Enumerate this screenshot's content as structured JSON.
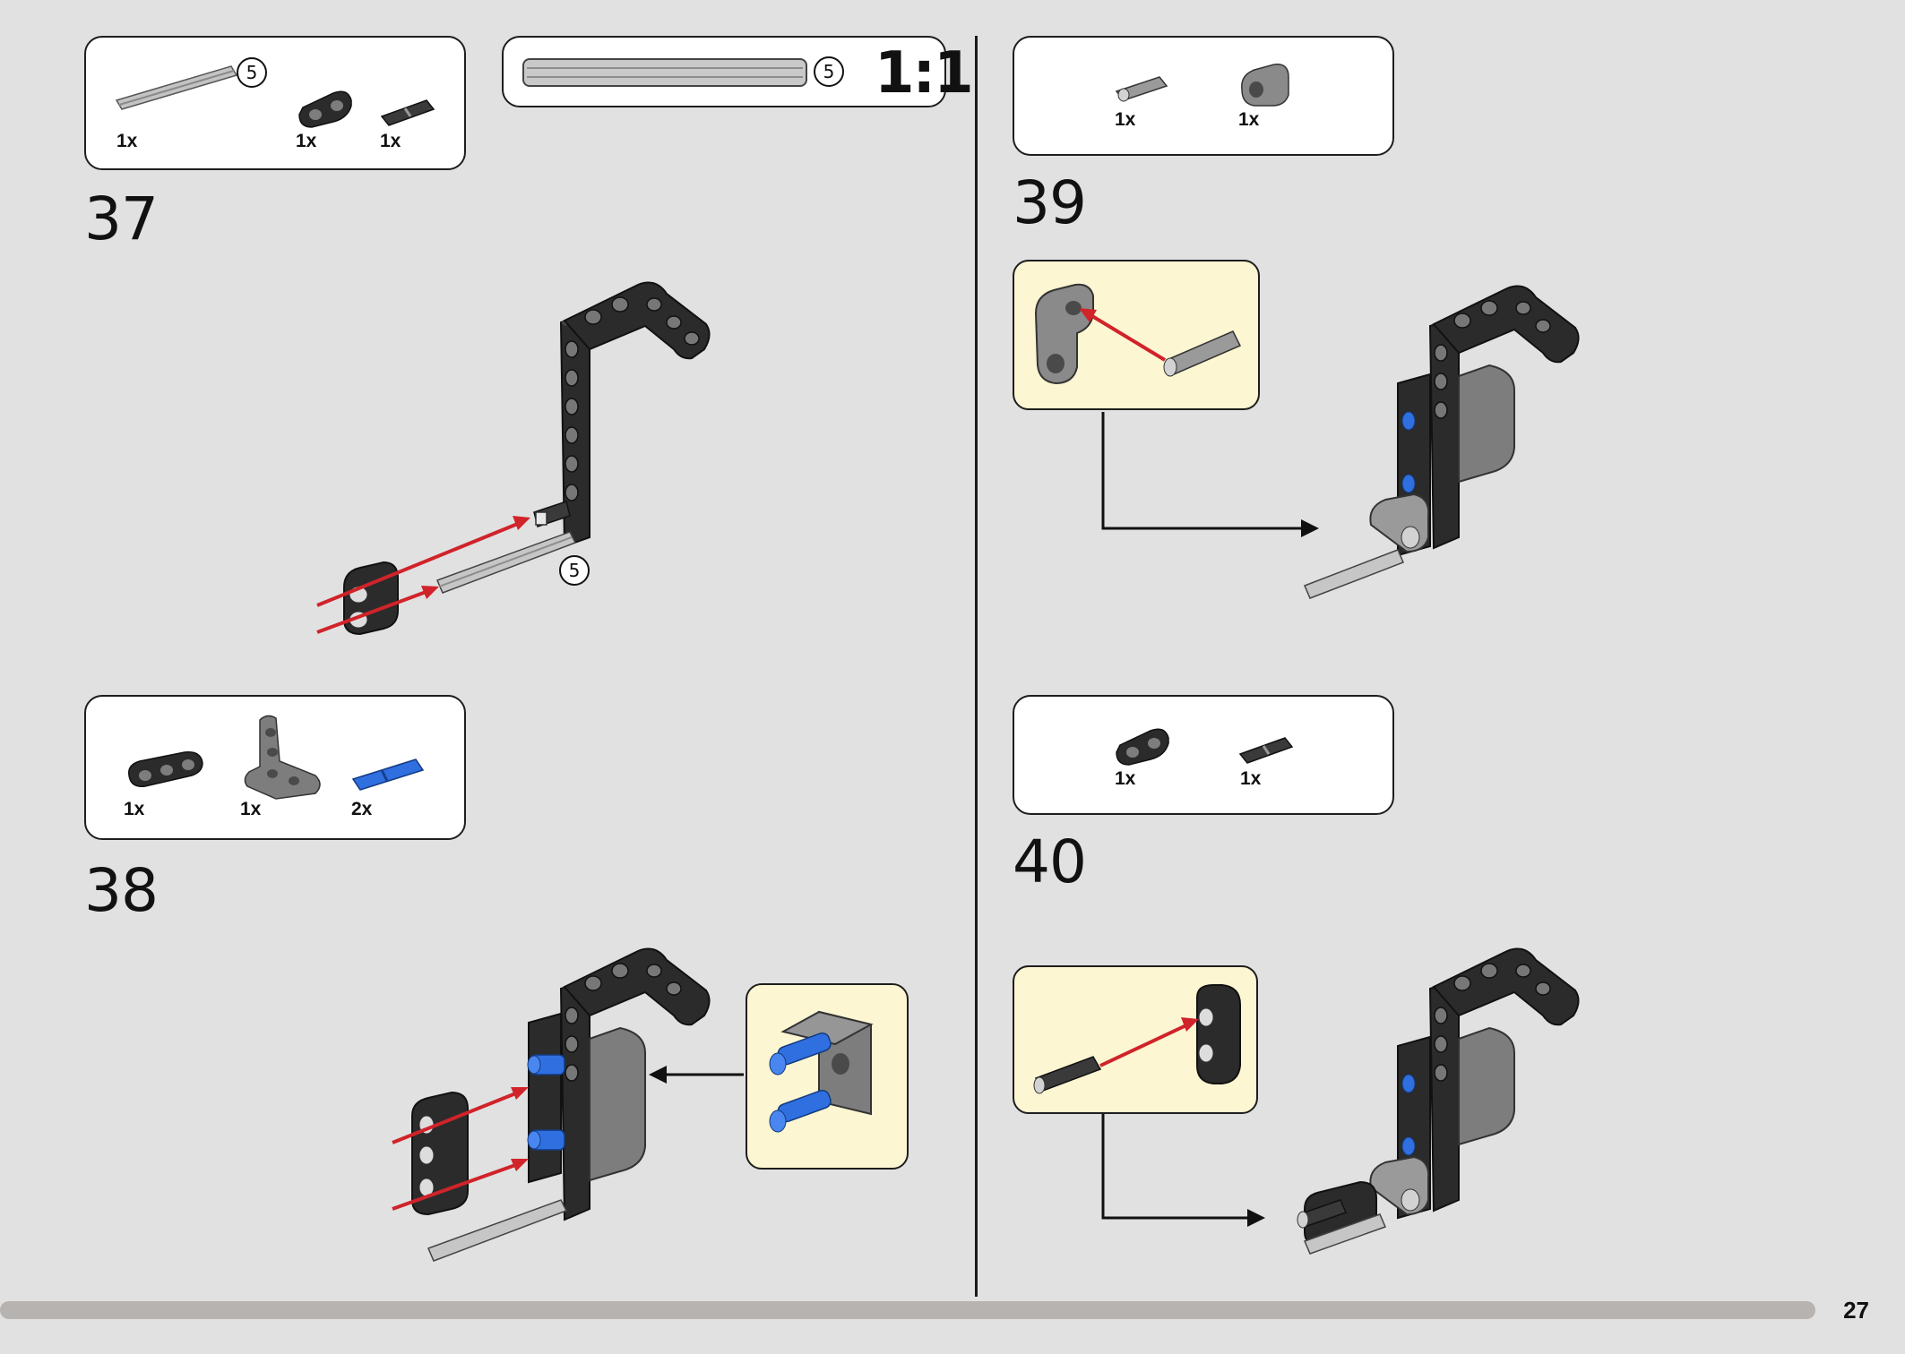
{
  "page": {
    "number": "27"
  },
  "colors": {
    "background": "#e1e1e1",
    "callout": "#fdf6d2",
    "beam": "#2b2b2b",
    "pin_blue": "#2f6fe0",
    "arrow_red": "#d0232a"
  },
  "scale_panel": {
    "length": "5",
    "scale": "1:1"
  },
  "steps": [
    {
      "number": "37",
      "parts": [
        {
          "name": "axle-5",
          "qty": "1x",
          "length": "5"
        },
        {
          "name": "beam-2-dark",
          "qty": "1x"
        },
        {
          "name": "axle-pin-dark",
          "qty": "1x"
        }
      ],
      "assembly_badge": "5"
    },
    {
      "number": "38",
      "parts": [
        {
          "name": "beam-3-dark",
          "qty": "1x"
        },
        {
          "name": "t-beam-grey",
          "qty": "1x"
        },
        {
          "name": "pin-blue",
          "qty": "2x"
        }
      ]
    },
    {
      "number": "39",
      "parts": [
        {
          "name": "axle-pin-grey",
          "qty": "1x"
        },
        {
          "name": "pin-connector-grey",
          "qty": "1x"
        }
      ]
    },
    {
      "number": "40",
      "parts": [
        {
          "name": "beam-2-dark",
          "qty": "1x"
        },
        {
          "name": "axle-pin-dark",
          "qty": "1x"
        }
      ]
    }
  ]
}
